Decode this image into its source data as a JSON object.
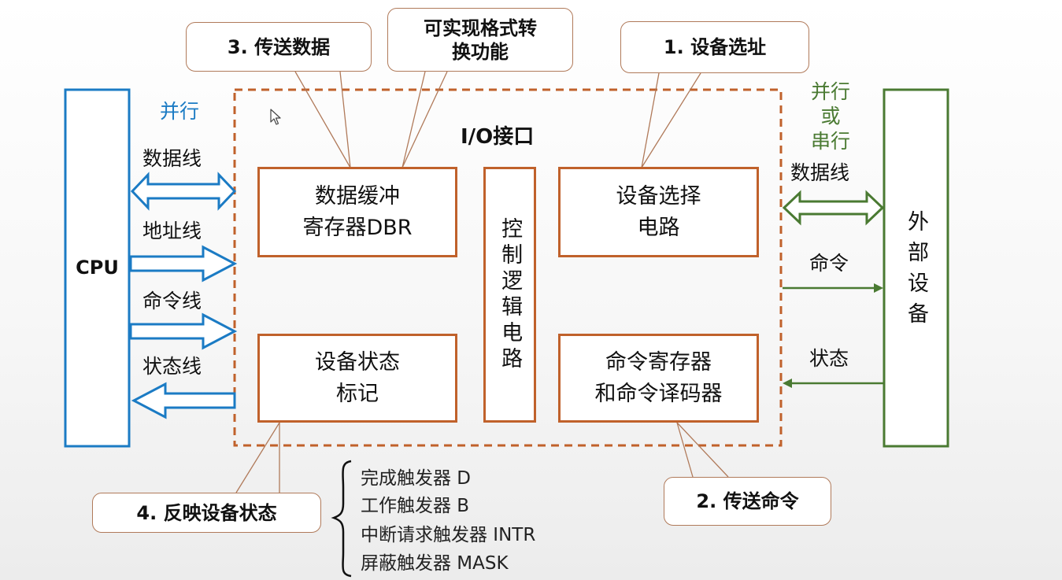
{
  "cpu_label": "CPU",
  "cpu_parallel": "并行",
  "cpu_lines": {
    "data": "数据线",
    "address": "地址线",
    "command": "命令线",
    "status": "状态线"
  },
  "io_title": "I/O接口",
  "dbr": "数据缓冲\n寄存器DBR",
  "status_flag": "设备状态\n标记",
  "control_logic": "控制逻辑电路",
  "device_select": "设备选择\n电路",
  "cmd_register": "命令寄存器\n和命令译码器",
  "external_device": "外部设备",
  "right_mode": "并行\n或\n串行",
  "right_lines": {
    "data": "数据线",
    "command": "命令",
    "status": "状态"
  },
  "callouts": {
    "transfer_data": "3. 传送数据",
    "format_conversion": "可实现格式转\n换功能",
    "device_addressing": "1. 设备选址",
    "transfer_command": "2. 传送命令",
    "reflect_status": "4. 反映设备状态"
  },
  "triggers": [
    "完成触发器 D",
    "工作触发器 B",
    "中断请求触发器 INTR",
    "屏蔽触发器 MASK"
  ],
  "colors": {
    "cpu_blue": "#1b7bc4",
    "device_green": "#4a7a32",
    "interface_orange": "#c0612b"
  }
}
